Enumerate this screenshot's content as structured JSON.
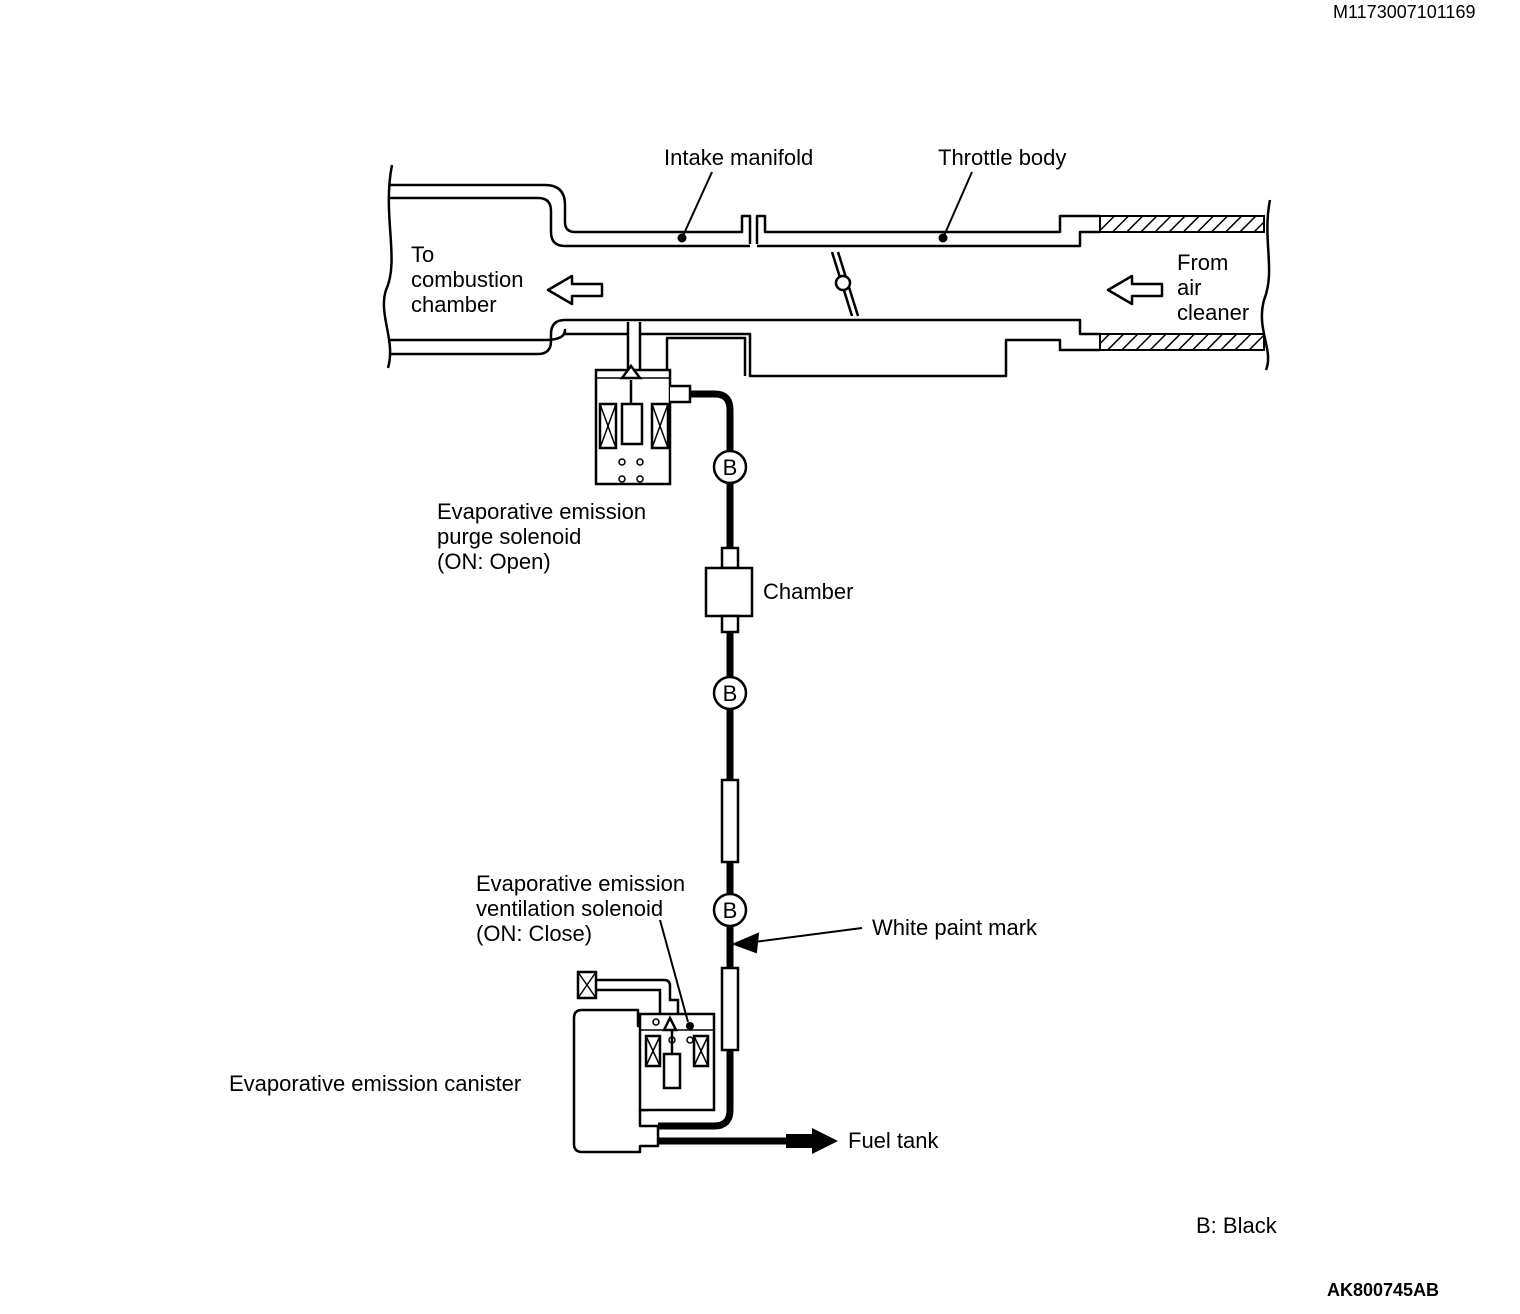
{
  "doc_id": "M1173007101169",
  "figure_id": "AK800745AB",
  "labels": {
    "intake_manifold": "Intake manifold",
    "throttle_body": "Throttle body",
    "to_combustion": [
      "To",
      "combustion",
      "chamber"
    ],
    "from_air_cleaner": [
      "From",
      "air",
      "cleaner"
    ],
    "purge_solenoid": [
      "Evaporative emission",
      "purge solenoid",
      "(ON: Open)"
    ],
    "chamber": "Chamber",
    "ventilation_solenoid": [
      "Evaporative emission",
      "ventilation solenoid",
      "(ON: Close)"
    ],
    "white_paint_mark": "White paint mark",
    "canister": "Evaporative emission canister",
    "fuel_tank": "Fuel tank"
  },
  "hose_color_marker": "B",
  "legend": "B: Black"
}
